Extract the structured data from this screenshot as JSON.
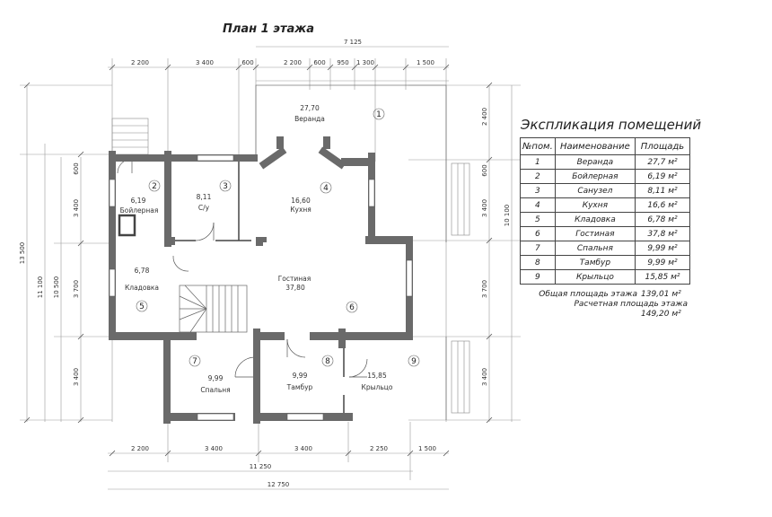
{
  "plan_title": "План 1 этажа",
  "explication": {
    "title": "Экспликация помещений",
    "headers": [
      "№пом.",
      "Наименование",
      "Площадь"
    ],
    "rows": [
      {
        "num": "1",
        "name": "Веранда",
        "area": "27,7 м²"
      },
      {
        "num": "2",
        "name": "Бойлерная",
        "area": "6,19 м²"
      },
      {
        "num": "3",
        "name": "Санузел",
        "area": "8,11 м²"
      },
      {
        "num": "4",
        "name": "Кухня",
        "area": "16,6 м²"
      },
      {
        "num": "5",
        "name": "Кладовка",
        "area": "6,78 м²"
      },
      {
        "num": "6",
        "name": "Гостиная",
        "area": "37,8 м²"
      },
      {
        "num": "7",
        "name": "Спальня",
        "area": "9,99 м²"
      },
      {
        "num": "8",
        "name": "Тамбур",
        "area": "9,99 м²"
      },
      {
        "num": "9",
        "name": "Крыльцо",
        "area": "15,85 м²"
      }
    ],
    "total_label": "Общая площадь этажа",
    "total_value": "139,01 м²",
    "calc_label": "Расчетная площадь этажа",
    "calc_value": "149,20 м²"
  },
  "rooms": [
    {
      "id": "veranda",
      "area": "27,70",
      "name": "Веранда",
      "num": "1"
    },
    {
      "id": "boiler",
      "area": "6,19",
      "name": "Бойлерная",
      "num": "2"
    },
    {
      "id": "wc",
      "area": "8,11",
      "name": "С/у",
      "num": "3"
    },
    {
      "id": "kitchen",
      "area": "16,60",
      "name": "Кухня",
      "num": "4"
    },
    {
      "id": "pantry",
      "area": "6,78",
      "name": "Кладовка",
      "num": "5"
    },
    {
      "id": "living",
      "area": "37,80",
      "name": "Гостиная",
      "num": "6"
    },
    {
      "id": "bedroom",
      "area": "9,99",
      "name": "Спальня",
      "num": "7"
    },
    {
      "id": "vestibule",
      "area": "9,99",
      "name": "Тамбур",
      "num": "8"
    },
    {
      "id": "porch",
      "area": "15,85",
      "name": "Крыльцо",
      "num": "9"
    }
  ],
  "dimensions": {
    "top_total": "7 125",
    "top": [
      "2 200",
      "3 400",
      "600",
      "2 200",
      "600",
      "950",
      "1 300",
      "1 500"
    ],
    "bottom": [
      "2 200",
      "3 400",
      "3 400",
      "2 250",
      "1 500"
    ],
    "bottom_total_1": "11 250",
    "bottom_total_2": "12 750",
    "left_outer": "13 500",
    "left_mid": "11 100",
    "left_inner": "10 500",
    "left": [
      "600",
      "3 400",
      "3 700",
      "3 400"
    ],
    "right": [
      "2 400",
      "600",
      "3 400",
      "3 700",
      "3 400"
    ],
    "right_total": "10 100"
  }
}
